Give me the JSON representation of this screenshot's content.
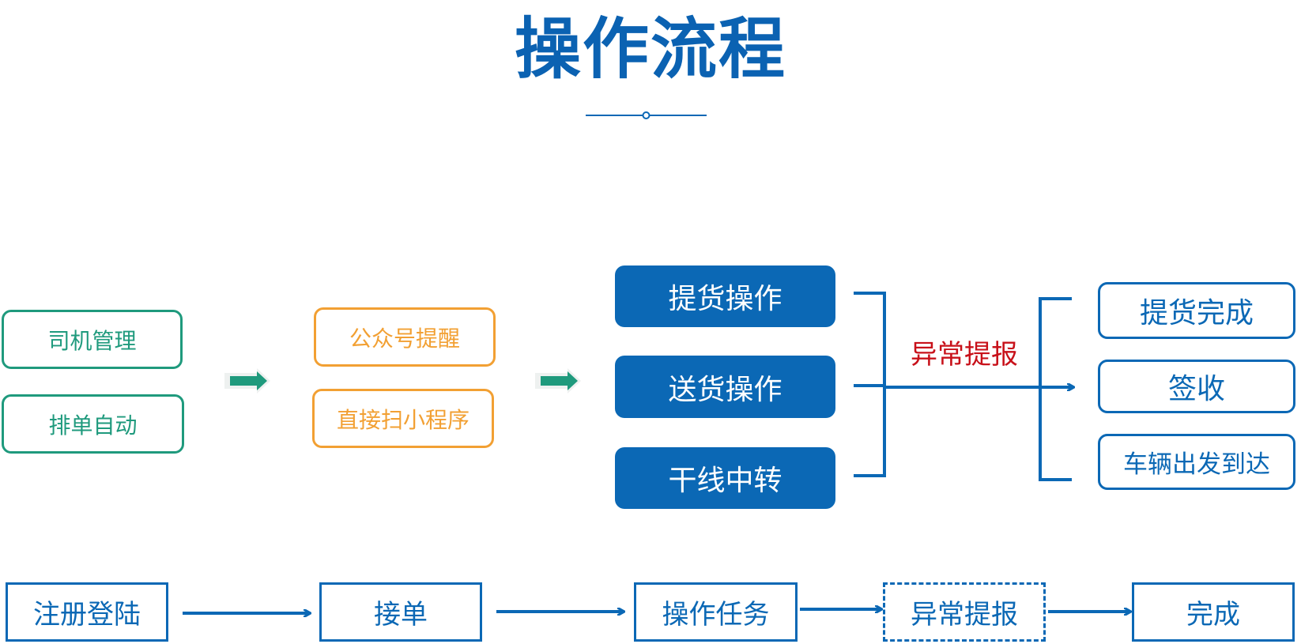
{
  "title": "操作流程",
  "colors": {
    "title": "#0b62b2",
    "blue": "#0b68b5",
    "green": "#1f9a7d",
    "orange": "#f2a033",
    "red": "#c8111a"
  },
  "group1": [
    "司机管理",
    "排单自动"
  ],
  "group2": [
    "公众号提醒",
    "直接扫小程序"
  ],
  "group3": [
    "提货操作",
    "送货操作",
    "干线中转"
  ],
  "exception_label": "异常提报",
  "results": [
    "提货完成",
    "签收",
    "车辆出发到达"
  ],
  "steps": [
    "注册登陆",
    "接单",
    "操作任务",
    "异常提报",
    "完成"
  ],
  "icons": {
    "block_arrow": "right-block-arrow-icon",
    "line_arrow": "right-line-arrow-icon",
    "divider": "dot-divider-icon"
  }
}
